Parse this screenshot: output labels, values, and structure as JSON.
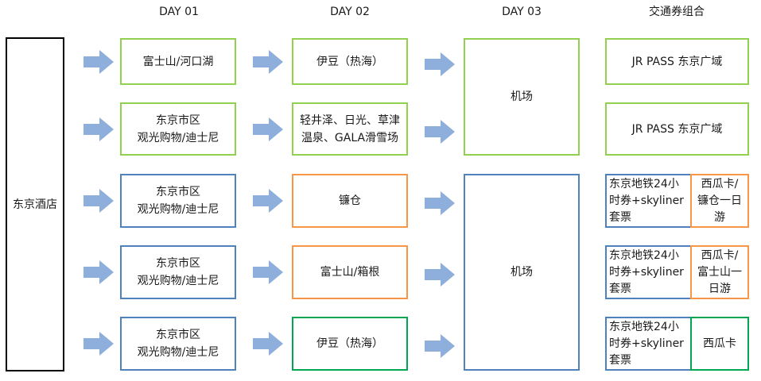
{
  "headers": [
    "DAY 01",
    "DAY 02",
    "DAY 03",
    "交通券组合"
  ],
  "hotel": "东京酒店",
  "day1": [
    "富士山/河口湖",
    "东京市区\n观光购物/迪士尼",
    "东京市区\n观光购物/迪士尼",
    "东京市区\n观光购物/迪士尼",
    "东京市区\n观光购物/迪士尼"
  ],
  "day2": [
    "伊豆（热海）",
    "轻井泽、日光、草津\n温泉、GALA滑雪场",
    "镰仓",
    "富士山/箱根",
    "伊豆（热海）"
  ],
  "day3": [
    "机场",
    "机场"
  ],
  "passes": [
    {
      "single": "JR PASS 东京广域"
    },
    {
      "single": "JR PASS 东京广域"
    },
    {
      "left": "东京地铁24小\n时券+skyliner\n套票",
      "right": "西瓜卡/\n镰仓一日\n游"
    },
    {
      "left": "东京地铁24小\n时券+skyliner\n套票",
      "right": "西瓜卡/\n富士山一\n日游"
    },
    {
      "left": "东京地铁24小\n时券+skyliner\n套票",
      "right": "西瓜卡"
    }
  ],
  "colors": {
    "green": "#92d050",
    "orange": "#f79646",
    "blue": "#4f81bd",
    "dark_green": "#00a651",
    "arrow": "#8eaedb"
  }
}
